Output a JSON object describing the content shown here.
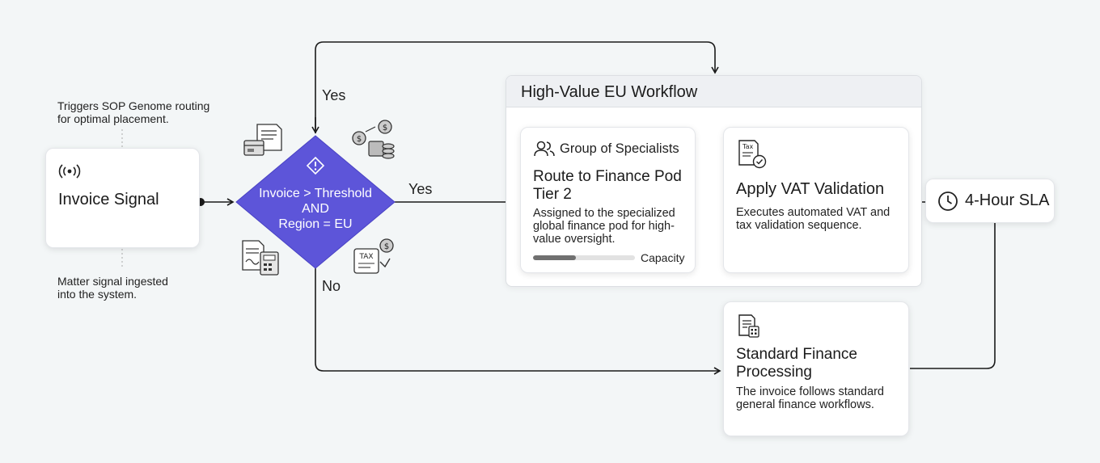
{
  "triggers_note": "Triggers SOP Genome routing\nfor optimal placement.",
  "signal_note": "Matter signal ingested\ninto the system.",
  "invoice_signal": {
    "title": "Invoice Signal",
    "icon": "broadcast-icon"
  },
  "decision": {
    "line1": "Invoice > Threshold",
    "line2": "AND",
    "line3": "Region = EU",
    "icon": "alert-icon"
  },
  "branch_labels": {
    "yes_top": "Yes",
    "yes_right": "Yes",
    "no": "No"
  },
  "workflow_group": {
    "title": "High-Value EU Workflow"
  },
  "specialists_card": {
    "header": "Group of Specialists",
    "title": "Route to Finance Pod\nTier 2",
    "description": "Assigned to the specialized\nglobal finance pod for high-\nvalue oversight.",
    "capacity_label": "Capacity",
    "capacity_fraction": 0.42
  },
  "vat_card": {
    "title": "Apply VAT Validation",
    "description": "Executes automated VAT and\ntax validation sequence.",
    "icon_text": "Tax"
  },
  "sla": {
    "label": "4-Hour SLA",
    "icon": "clock-icon"
  },
  "standard_card": {
    "title": "Standard Finance\nProcessing",
    "description": "The invoice follows standard\ngeneral finance workflows."
  },
  "colors": {
    "decision": "#5d55d9",
    "connector": "#1a1a1a",
    "capacity_fill": "#707070",
    "capacity_track": "#e2e2e2"
  }
}
